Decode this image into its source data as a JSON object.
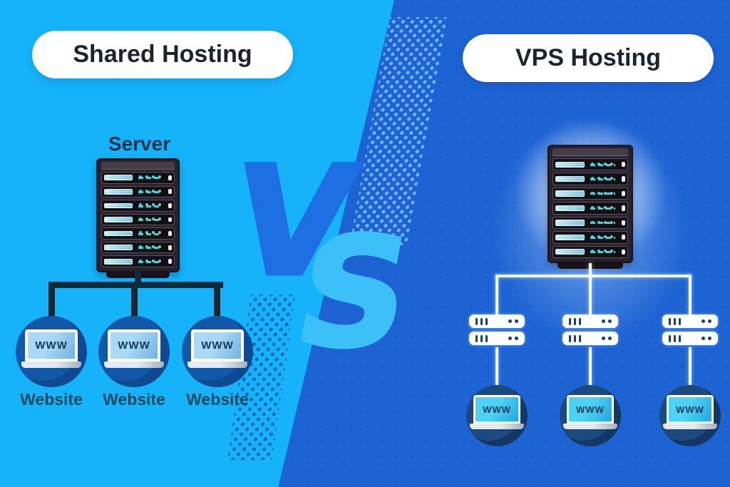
{
  "left": {
    "title": "Shared Hosting",
    "server_label": "Server",
    "websites": [
      {
        "screen_text": "WWW",
        "label": "Website"
      },
      {
        "screen_text": "WWW",
        "label": "Website"
      },
      {
        "screen_text": "WWW",
        "label": "Website"
      }
    ]
  },
  "right": {
    "title": "VPS Hosting",
    "websites": [
      {
        "screen_text": "WWW"
      },
      {
        "screen_text": "WWW"
      },
      {
        "screen_text": "WWW"
      }
    ]
  },
  "center": {
    "letter_v": "V",
    "letter_s": "S"
  },
  "colors": {
    "left_background": "#16b3fa",
    "right_background": "#1d63d4",
    "letter_v": "#1e6fe3",
    "letter_s": "#3dc0f8",
    "title_text": "#1c2430",
    "label_text": "#143450",
    "left_connector": "#102a38",
    "right_connector": "#eefaff",
    "left_node_circle": "#1158a8",
    "right_node_circle": "#1d4a7e"
  }
}
